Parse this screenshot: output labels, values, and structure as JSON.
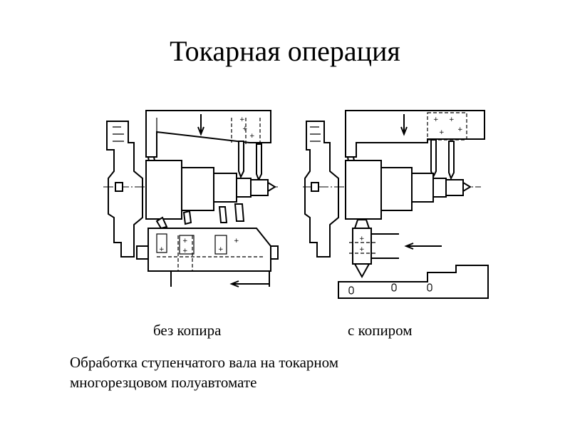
{
  "slide": {
    "title": "Токарная операция",
    "caption_left": "без копира",
    "caption_right": "с копиром",
    "description_line1": "Обработка ступенчатого вала на токарном",
    "description_line2": "многорезцовом полуавтомате"
  },
  "colors": {
    "background": "#ffffff",
    "ink": "#000000"
  },
  "icons": [
    "feed-arrow-icon",
    "cutter-icon"
  ]
}
